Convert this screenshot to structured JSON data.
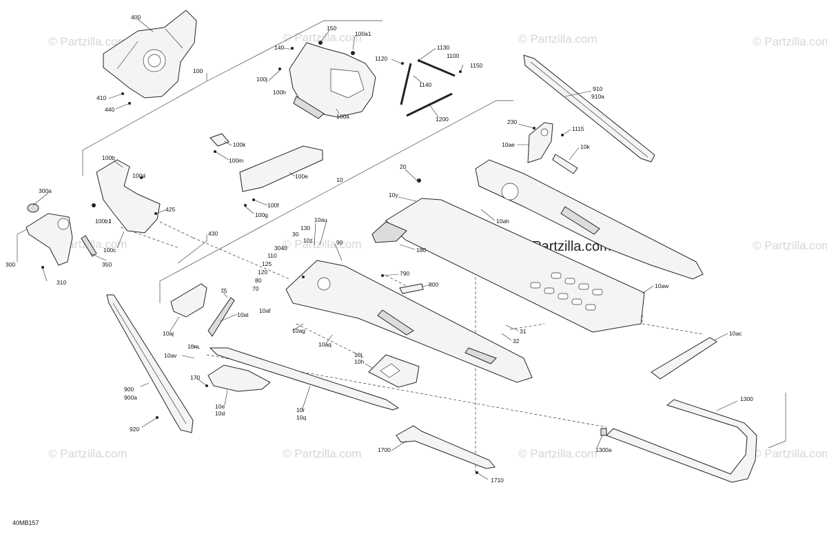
{
  "diagram_code": "40MB157",
  "watermarks": [
    {
      "text": "© Partzilla.com",
      "style": "light"
    },
    {
      "text": "© Partzilla.com",
      "style": "light"
    },
    {
      "text": "© Partzilla.com",
      "style": "light"
    },
    {
      "text": "© Partzilla.com",
      "style": "light"
    },
    {
      "text": "© Partzilla.com",
      "style": "light"
    },
    {
      "text": "© Partzilla.com",
      "style": "light"
    },
    {
      "text": "© Partzilla.com",
      "style": "light"
    },
    {
      "text": "© Partzilla.com",
      "style": "light"
    },
    {
      "text": "© Partzilla.com",
      "style": "light"
    },
    {
      "text": "© Partzilla.com",
      "style": "light"
    },
    {
      "text": "© Partzilla.com",
      "style": "light"
    },
    {
      "text": "© Partzilla.com",
      "style": "center"
    }
  ],
  "callouts": [
    "400",
    "100",
    "410",
    "440",
    "150",
    "100a1",
    "140",
    "100j",
    "100h",
    "100a",
    "1130",
    "1120",
    "1100",
    "1150",
    "1140",
    "1200",
    "910",
    "910a",
    "230",
    "1115",
    "10ae",
    "10k",
    "100b",
    "100d",
    "300a",
    "425",
    "100b1",
    "100c",
    "350",
    "300",
    "310",
    "430",
    "100k",
    "100m",
    "100e",
    "100f",
    "100g",
    "10",
    "20",
    "10y",
    "10ah",
    "180",
    "130",
    "10au",
    "30",
    "10z",
    "90",
    "3040",
    "110",
    "125",
    "120",
    "80",
    "70",
    "10af",
    "790",
    "800",
    "75",
    "10at",
    "10aj",
    "10ag",
    "10aq",
    "10m",
    "10av",
    "10aw",
    "31",
    "32",
    "10ac",
    "10j",
    "10h",
    "170",
    "10e",
    "10d",
    "10r",
    "10q",
    "900",
    "900a",
    "920",
    "1700",
    "1710",
    "1300",
    "1300a"
  ]
}
